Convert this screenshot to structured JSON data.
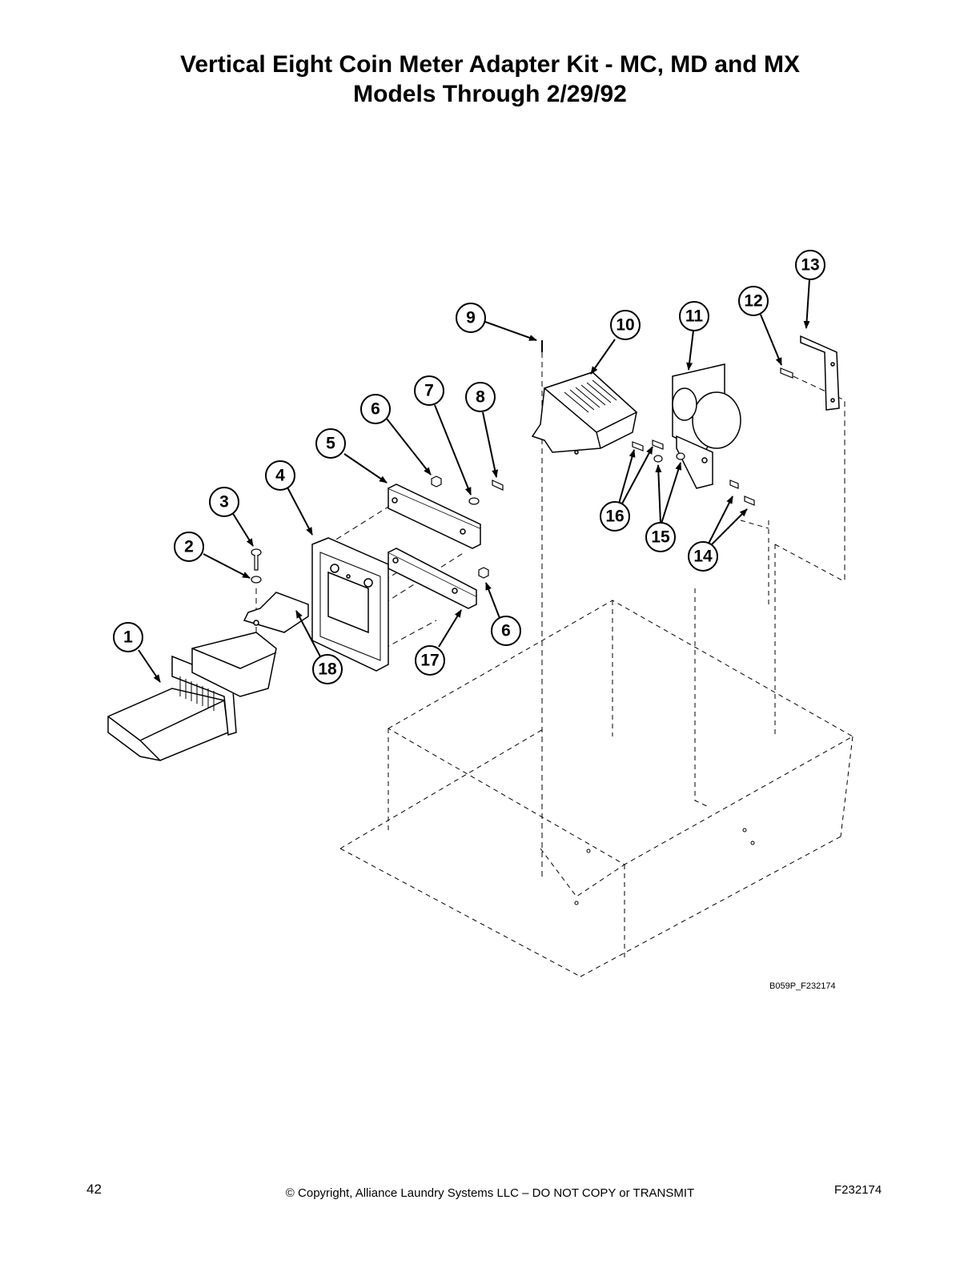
{
  "title": {
    "line1": "Vertical Eight Coin Meter Adapter Kit - MC, MD and MX",
    "line2": "Models Through 2/29/92"
  },
  "diagram": {
    "callouts": [
      {
        "id": "c1",
        "label": "1"
      },
      {
        "id": "c2",
        "label": "2"
      },
      {
        "id": "c3",
        "label": "3"
      },
      {
        "id": "c4",
        "label": "4"
      },
      {
        "id": "c5",
        "label": "5"
      },
      {
        "id": "c6a",
        "label": "6"
      },
      {
        "id": "c6b",
        "label": "6"
      },
      {
        "id": "c7",
        "label": "7"
      },
      {
        "id": "c8",
        "label": "8"
      },
      {
        "id": "c9",
        "label": "9"
      },
      {
        "id": "c10",
        "label": "10"
      },
      {
        "id": "c11",
        "label": "11"
      },
      {
        "id": "c12",
        "label": "12"
      },
      {
        "id": "c13",
        "label": "13"
      },
      {
        "id": "c14",
        "label": "14"
      },
      {
        "id": "c15",
        "label": "15"
      },
      {
        "id": "c16",
        "label": "16"
      },
      {
        "id": "c17",
        "label": "17"
      },
      {
        "id": "c18",
        "label": "18"
      }
    ],
    "figure_code": "B059P_F232174"
  },
  "footer": {
    "page_number": "42",
    "copyright": "© Copyright, Alliance Laundry Systems LLC – DO NOT COPY or TRANSMIT",
    "doc_code": "F232174"
  }
}
